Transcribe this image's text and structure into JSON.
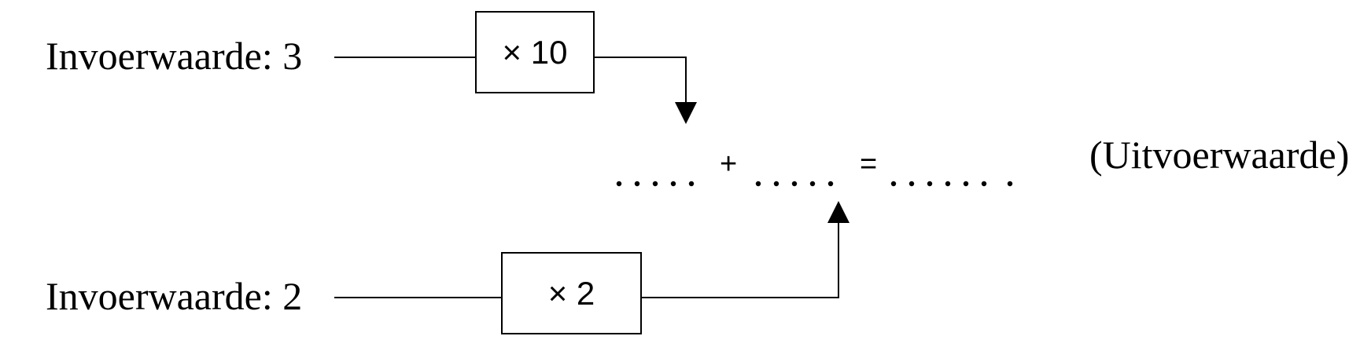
{
  "diagram": {
    "input_top": "Invoerwaarde: 3",
    "input_bottom": "Invoerwaarde: 2",
    "operation_top": "× 10",
    "operation_bottom": "× 2",
    "plus_sign": "+",
    "equals_sign": "=",
    "output_label": "(Uitvoerwaarde)",
    "blank_left": ".....",
    "blank_middle": ".....",
    "blank_right": "......."
  }
}
